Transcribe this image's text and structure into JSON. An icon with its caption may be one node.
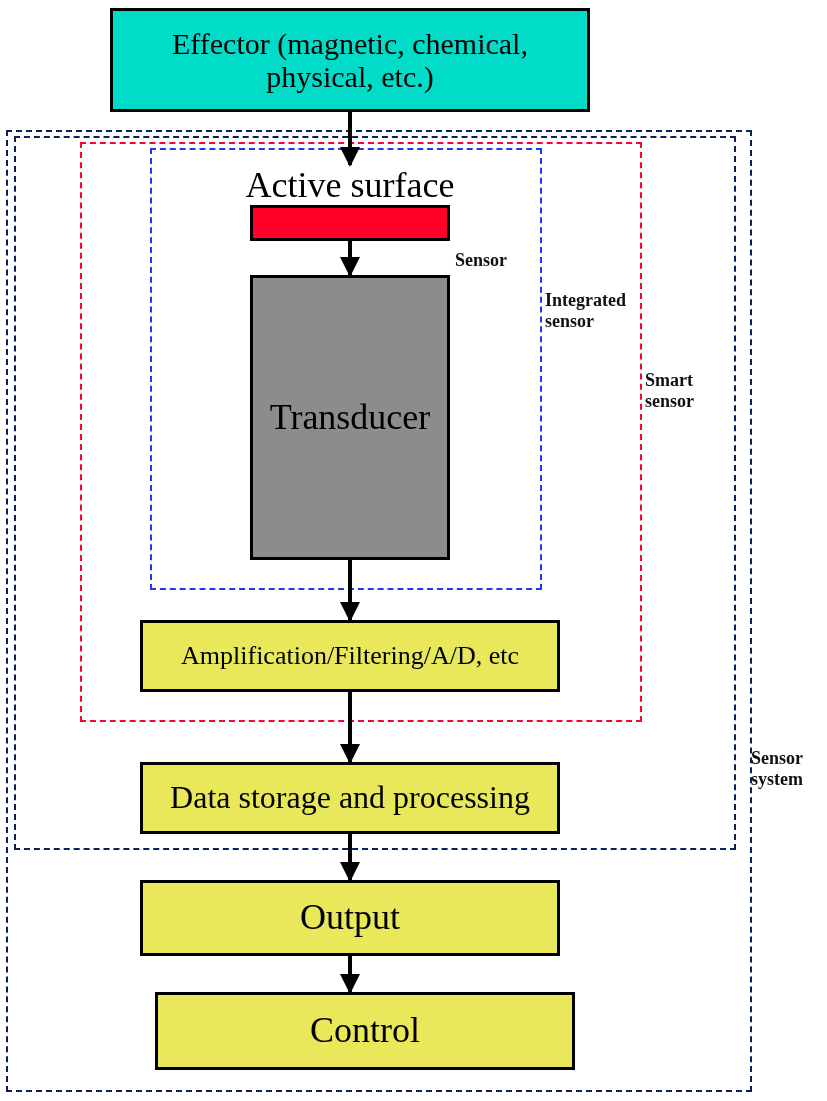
{
  "diagram": {
    "nodes": [
      {
        "text": [
          "Effector (magnetic, chemical, physical, etc.)"
        ]
      },
      {
        "text": [
          "Sensor system"
        ]
      },
      {
        "text": [
          "Smart sensor"
        ],
        "in": 1
      },
      {
        "text": [
          "Integrated sensor"
        ],
        "in": 2
      },
      {
        "text": [
          "Sensor"
        ],
        "in": 3
      },
      {
        "text": [
          "Active surface"
        ],
        "in": 4
      },
      {
        "text": [
          "Transducer"
        ],
        "in": 4
      },
      {
        "text": [
          "Amplification/Filtering/A/D, etc"
        ],
        "in": 3
      },
      {
        "text": [
          "Data storage and processing"
        ],
        "in": 2
      },
      {
        "text": [
          "Output"
        ],
        "in": 1
      },
      {
        "text": [
          "Control"
        ],
        "in": 1
      }
    ],
    "edges": [
      {
        "from": 0,
        "to": 5,
        "arrow": "to"
      },
      {
        "from": 5,
        "to": 6,
        "arrow": "to"
      },
      {
        "from": 6,
        "to": 7,
        "arrow": "to"
      },
      {
        "from": 7,
        "to": 8,
        "arrow": "to"
      },
      {
        "from": 8,
        "to": 9,
        "arrow": "to"
      },
      {
        "from": 9,
        "to": 10,
        "arrow": "to"
      }
    ]
  }
}
